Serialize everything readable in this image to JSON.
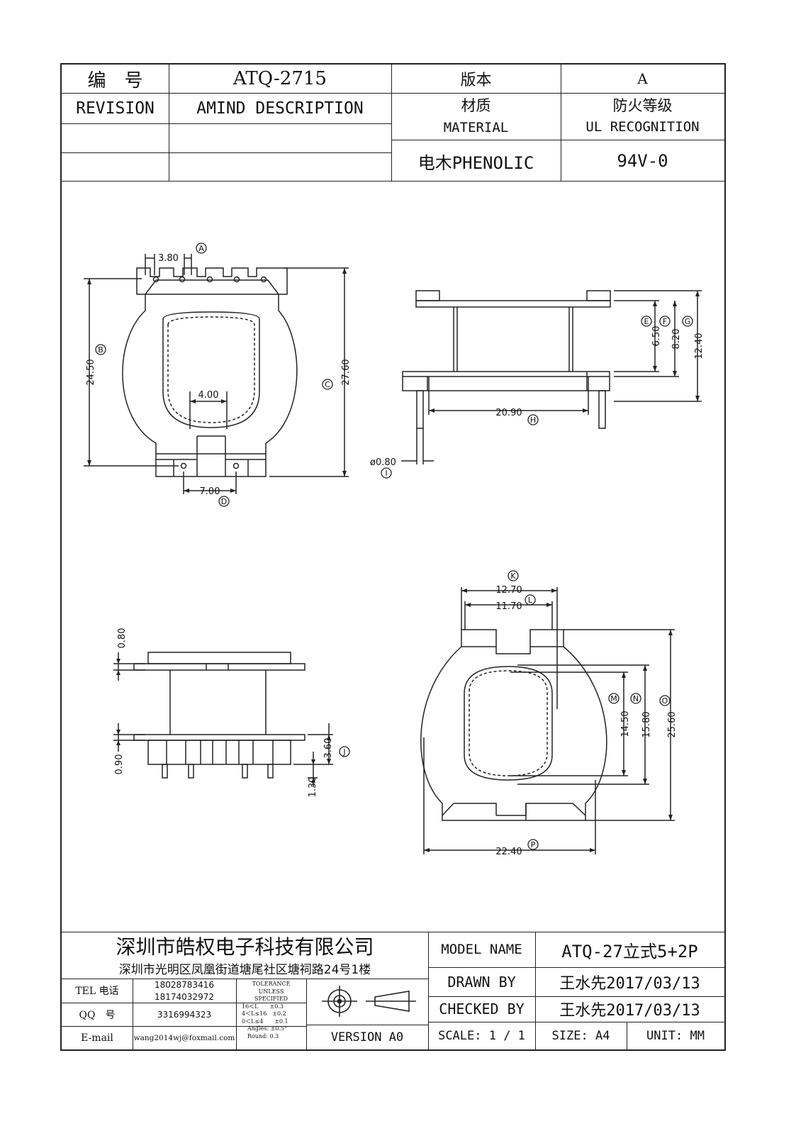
{
  "header": {
    "number_label": "编　号",
    "number_value": "ATQ-2715",
    "version_label": "版本",
    "version_value": "A",
    "revision_label": "REVISION",
    "amind_label": "AMIND DESCRIPTION",
    "material_label_cn": "材质",
    "material_label_en": "MATERIAL",
    "fire_label_cn": "防火等级",
    "fire_label_en": "UL RECOGNITION",
    "material_value": "电木PHENOLIC",
    "fire_value": "94V-0"
  },
  "dimensions": {
    "a": "3.80",
    "b": "24.50",
    "c": "27.60",
    "c_inner": "4.00",
    "d": "7.00",
    "e": "6.50",
    "f": "8.20",
    "g": "12.40",
    "h": "20.90",
    "i": "ø0.80",
    "k": "12.70",
    "l": "11.70",
    "m": "14.50",
    "n": "15.80",
    "o": "25.60",
    "p": "22.40",
    "s1": "0.80",
    "s2": "0.90",
    "s3": "3.60",
    "s4": "1.30"
  },
  "callouts": {
    "a": "A",
    "b": "B",
    "c": "C",
    "d": "D",
    "e": "E",
    "f": "F",
    "g": "G",
    "h": "H",
    "i": "I",
    "j": "J",
    "k": "K",
    "l": "L",
    "m": "M",
    "n": "N",
    "o": "O",
    "p": "P"
  },
  "footer": {
    "company": "深圳市皓权电子科技有限公司",
    "address": "深圳市光明区凤凰街道塘尾社区塘祠路24号1楼",
    "tel_label": "TEL 电话",
    "tel_1": "18028783416",
    "tel_2": "18174032972",
    "qq_label": "QQ　号",
    "qq_value": "3316994323",
    "email_label": "E-mail",
    "email_value": "wang2014wj@foxmail.com",
    "tol_title_1": "TOLERANCE",
    "tol_title_2": "UNLESS",
    "tol_title_3": "SPECIFIED",
    "tol_r1": "16＜L　　±0.3",
    "tol_r2": "4＜L≤16　±0.2",
    "tol_r3": "0＜L≤4　　±0.1",
    "tol_r4": "Angles: ±0.5°",
    "tol_r5": "Round: 0.3",
    "version": "VERSION A0",
    "model_label": "MODEL NAME",
    "model_value": "ATQ-27立式5+2P",
    "drawn_label": "DRAWN BY",
    "drawn_value": "王水先2017/03/13",
    "checked_label": "CHECKED BY",
    "checked_value": "王水先2017/03/13",
    "scale": "SCALE: 1 / 1",
    "size": "SIZE: A4",
    "unit": "UNIT: MM"
  }
}
